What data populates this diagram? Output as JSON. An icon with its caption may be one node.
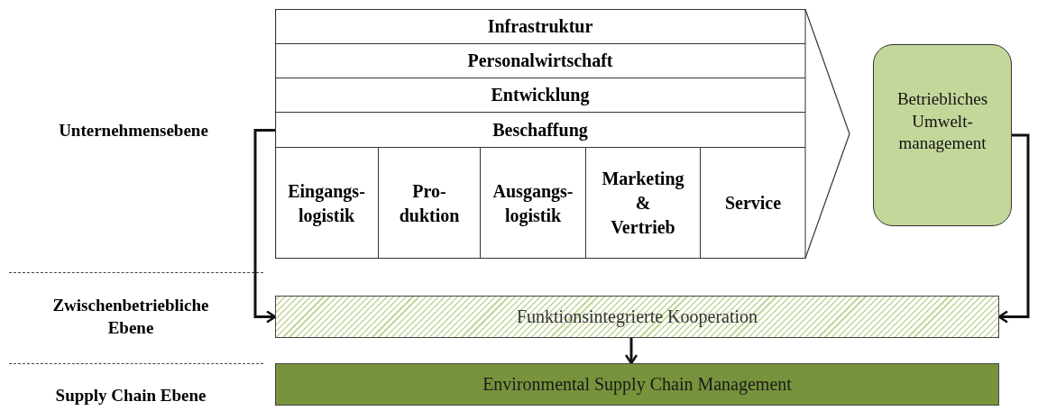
{
  "diagram": {
    "nodes": [
      {
        "text": [],
        "shape": "chevron"
      },
      {
        "text": [
          "Infrastruktur"
        ],
        "in": 0
      },
      {
        "text": [
          "Personalwirtschaft"
        ],
        "in": 0
      },
      {
        "text": [
          "Entwicklung"
        ],
        "in": 0
      },
      {
        "text": [
          "Beschaffung"
        ],
        "in": 0
      },
      {
        "text": [
          "Eingangs-logistik"
        ],
        "in": 0
      },
      {
        "text": [
          "Pro-duktion"
        ],
        "in": 0
      },
      {
        "text": [
          "Ausgangs-logistik"
        ],
        "in": 0
      },
      {
        "text": [
          "Marketing & Vertrieb"
        ],
        "in": 0
      },
      {
        "text": [
          "Service"
        ],
        "in": 0
      },
      {
        "text": [
          "Betriebliches Umwelt-management"
        ]
      },
      {
        "text": [
          "Funktionsintegrierte Kooperation"
        ]
      },
      {
        "text": [
          "Environmental Supply Chain Management"
        ]
      }
    ],
    "edges": [
      {
        "from": 4,
        "to": 11,
        "arrow": "to"
      },
      {
        "from": 10,
        "to": 11,
        "arrow": "to"
      },
      {
        "from": 11,
        "to": 12,
        "arrow": "to"
      }
    ],
    "labels": [
      "Unternehmensebene",
      "Zwischenbetriebliche Ebene",
      "Supply Chain Ebene"
    ]
  }
}
